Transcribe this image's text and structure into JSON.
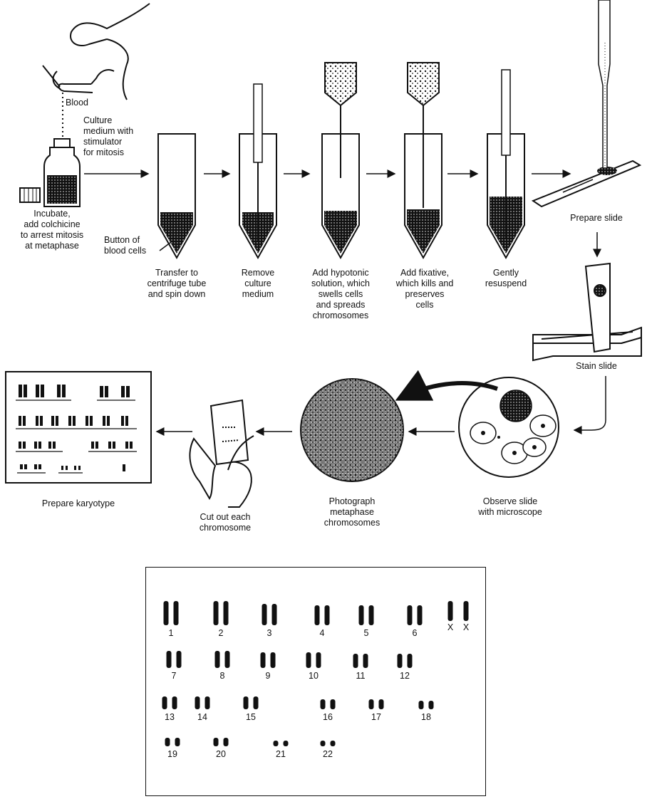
{
  "steps": {
    "blood": "Blood",
    "culture_medium": "Culture\nmedium with\nstimulator\nfor mitosis",
    "incubate": "Incubate,\nadd colchicine\nto arrest mitosis\nat metaphase",
    "button_cells": "Button of\nblood cells",
    "transfer": "Transfer to\ncentrifuge tube\nand spin down",
    "remove": "Remove\nculture\nmedium",
    "hypotonic": "Add hypotonic\nsolution, which\nswells cells\nand spreads\nchromosomes",
    "fixative": "Add fixative,\nwhich kills and\npreserves\ncells",
    "resuspend": "Gently\nresuspend",
    "prepare_slide": "Prepare slide",
    "stain_slide": "Stain slide",
    "observe": "Observe slide\nwith microscope",
    "photograph": "Photograph\nmetaphase\nchromosomes",
    "cut_out": "Cut out each\nchromosome",
    "prepare_karyotype": "Prepare karyotype"
  },
  "karyotype": {
    "pairs": [
      "1",
      "2",
      "3",
      "4",
      "5",
      "6",
      "7",
      "8",
      "9",
      "10",
      "11",
      "12",
      "13",
      "14",
      "15",
      "16",
      "17",
      "18",
      "19",
      "20",
      "21",
      "22"
    ],
    "sex": [
      "X",
      "X"
    ]
  },
  "colors": {
    "ink": "#111111",
    "paper": "#ffffff"
  }
}
